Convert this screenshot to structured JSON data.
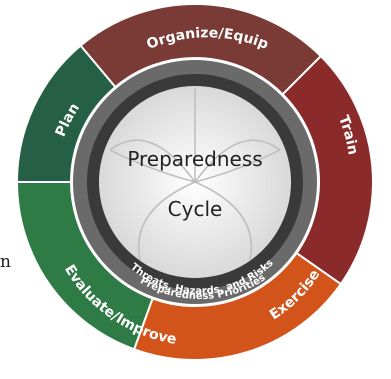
{
  "segments": [
    {
      "label": "Organize/Equip",
      "color": "#7a3b36"
    },
    {
      "label": "Train",
      "color": "#8b2a2a"
    },
    {
      "label": "Exercise",
      "color": "#d2541b"
    },
    {
      "label": "Evaluate/Improve",
      "color": "#2f7b45"
    },
    {
      "label": "Plan",
      "color": "#256046"
    }
  ],
  "center": {
    "line1": "Preparedness",
    "line2": "Cycle"
  },
  "inner_rings": {
    "threats": "Threats, Hazards, and Risks",
    "priorities": "Preparedness Priorities"
  },
  "stray_text": "n",
  "colors": {
    "inner_ring_dark": "#3a3a3a",
    "inner_ring_mid": "#5f5f5f",
    "center_bg": "#efefef"
  }
}
